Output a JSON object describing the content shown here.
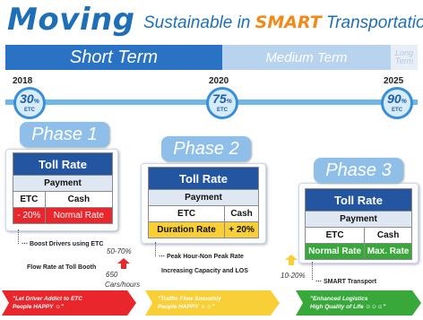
{
  "header": {
    "title": "Moving",
    "subtitle_before": "Sustainable in ",
    "subtitle_highlight": "SMART",
    "subtitle_after": " Transportation"
  },
  "bands": {
    "short": "Short Term",
    "medium": "Medium Term",
    "long": "Long Term"
  },
  "timeline": {
    "milestones": [
      {
        "year": "2018",
        "percent": "30",
        "unit": "%",
        "label": "ETC"
      },
      {
        "year": "2020",
        "percent": "75",
        "unit": "%",
        "label": "ETC"
      },
      {
        "year": "2025",
        "percent": "90",
        "unit": "%",
        "label": "ETC"
      }
    ]
  },
  "phases": [
    {
      "name": "Phase 1",
      "table_title": "Toll Rate",
      "payment": "Payment",
      "col1": "ETC",
      "col2": "Cash",
      "val1": "- 20%",
      "val2": "Normal Rate"
    },
    {
      "name": "Phase 2",
      "table_title": "Toll Rate",
      "payment": "Payment",
      "col1": "ETC",
      "col2": "Cash",
      "val1": "Duration Rate",
      "val2": "+ 20%"
    },
    {
      "name": "Phase 3",
      "table_title": "Toll Rate",
      "payment": "Payment",
      "col1": "ETC",
      "col2": "Cash",
      "val1": "Normal Rate",
      "val2": "Max. Rate"
    }
  ],
  "notes": {
    "boost": "Boost Drivers using ETC",
    "flow": "Flow Rate at Toll Booth",
    "pct_50_70": "50-70%",
    "cars_650": "650",
    "cars_hours": "Cars/hours",
    "peak": "Peak Hour-Non Peak Rate",
    "capacity": "Increasing Capacity and LOS",
    "pct_10_20": "10-20%",
    "smart": "SMART Transport"
  },
  "banners": {
    "b1_line1": "\"Let Driver Addict to ETC",
    "b1_line2": "People HAPPY ☺\"",
    "b2_line1": "\"Traffic Flow Smoothly",
    "b2_line2": "People HAPPY ☺☺\"",
    "b3_line1": "\"Enhanced Logistics",
    "b3_line2": "High Quality of Life ☺☺☺\""
  },
  "colors": {
    "title_blue": "#1f6fb8",
    "smart_orange": "#f28a1a",
    "table_header": "#2355a0",
    "red": "#e8262c",
    "yellow": "#f8cf36",
    "green": "#38a83a"
  }
}
